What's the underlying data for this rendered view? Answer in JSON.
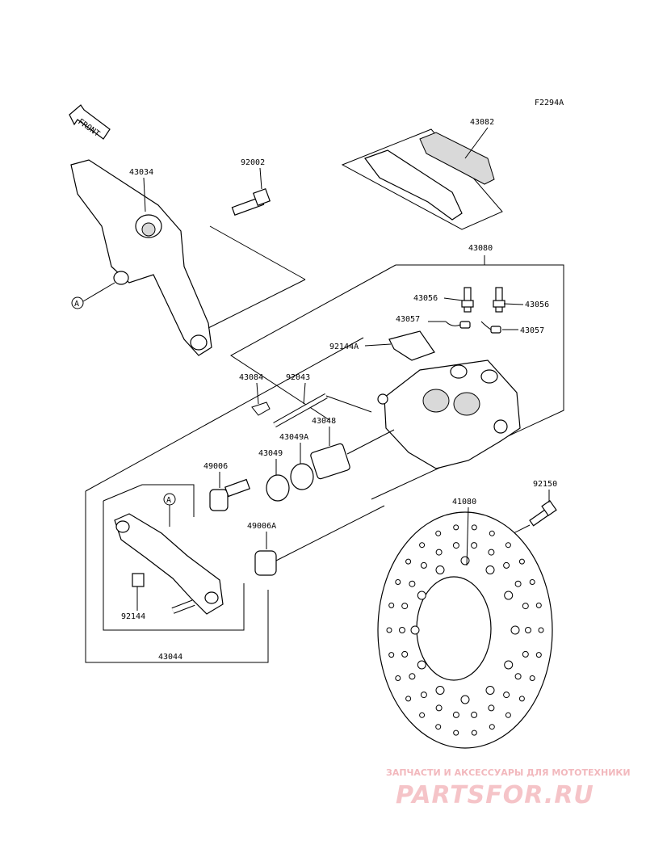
{
  "diagram": {
    "code": "F2294A",
    "front_label": "FRONT",
    "callout_letter": "A",
    "parts": {
      "p43034": "43034",
      "p92002": "92002",
      "p43082": "43082",
      "p43080": "43080",
      "p43056a": "43056",
      "p43056b": "43056",
      "p43057a": "43057",
      "p43057b": "43057",
      "p92144A": "92144A",
      "p43084": "43084",
      "p92043": "92043",
      "p43048": "43048",
      "p43049A": "43049A",
      "p43049": "43049",
      "p49006": "49006",
      "p49006A": "49006A",
      "p92150": "92150",
      "p41080": "41080",
      "p92144": "92144",
      "p43044": "43044"
    }
  },
  "watermark": {
    "tagline": "ЗАПЧАСТИ И АКСЕССУАРЫ ДЛЯ МОТОТЕХНИКИ",
    "logo": "PARTSFOR.RU"
  }
}
